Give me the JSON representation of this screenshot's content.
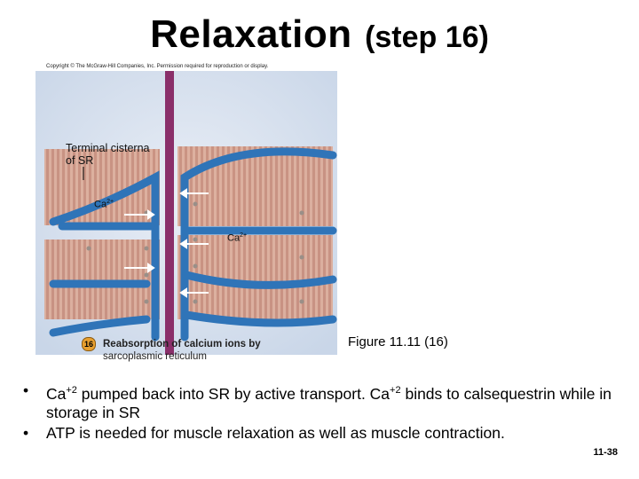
{
  "title": {
    "main": "Relaxation",
    "step": "(step 16)"
  },
  "copyright": "Copyright © The McGraw-Hill Companies, Inc. Permission required for reproduction or display.",
  "figure": {
    "label_terminal_line1": "Terminal cisterna",
    "label_terminal_line2": "of SR",
    "ion1_base": "Ca",
    "ion1_charge": "2+",
    "ion2_base": "Ca",
    "ion2_charge": "2+",
    "step_number": "16",
    "step_caption_line1": "Reabsorption of calcium ions by",
    "step_caption_line2": "sarcoplasmic reticulum"
  },
  "figure_ref": "Figure 11.11 (16)",
  "bullets": [
    {
      "p1": "Ca",
      "sup1": "+2",
      "p2": " pumped back into SR by active transport. Ca",
      "sup2": "+2",
      "p3": " binds to calsequestrin while in storage in SR"
    },
    {
      "text": "ATP is needed for muscle relaxation as well as muscle contraction."
    }
  ],
  "page_number": "11-38",
  "colors": {
    "background": "#ffffff",
    "sr_tubule": "#2f74b8",
    "fiber_band": "#c78a77",
    "membrane": "#8a2f6a",
    "badge": "#e8a030"
  }
}
